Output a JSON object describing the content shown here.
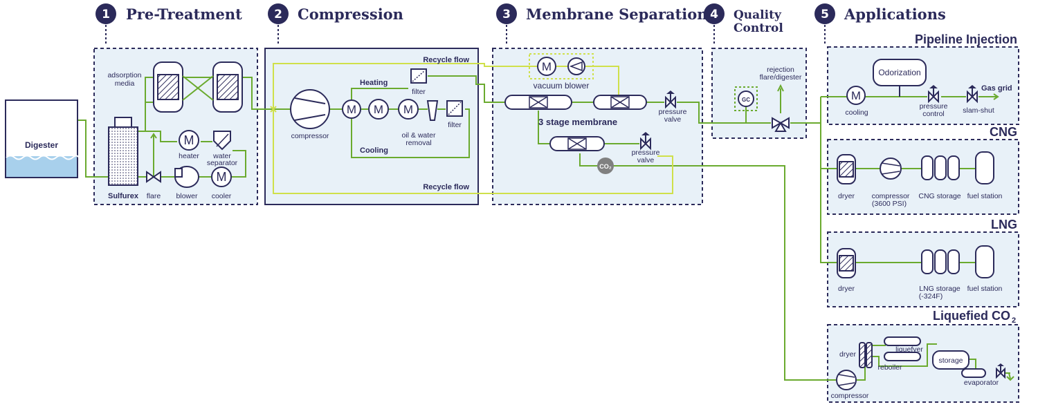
{
  "stages": [
    {
      "num": "1",
      "title": "Pre-Treatment"
    },
    {
      "num": "2",
      "title": "Compression"
    },
    {
      "num": "3",
      "title": "Membrane Separation"
    },
    {
      "num": "4",
      "title_line1": "Quality",
      "title_line2": "Control"
    },
    {
      "num": "5",
      "title": "Applications"
    }
  ],
  "digester": "Digester",
  "pretreatment": {
    "adsorption_line1": "adsorption",
    "adsorption_line2": "media",
    "sulfurex": "Sulfurex",
    "flare": "flare",
    "blower": "blower",
    "cooler": "cooler",
    "heater": "heater",
    "water_sep_line1": "water",
    "water_sep_line2": "separator"
  },
  "compression": {
    "recycle_top": "Recycle flow",
    "recycle_bottom": "Recycle flow",
    "heating": "Heating",
    "cooling": "Cooling",
    "filter1": "filter",
    "filter2": "filter",
    "compressor": "compressor",
    "oil_line1": "oil & water",
    "oil_line2": "removal"
  },
  "membrane": {
    "vacuum_blower": "vacuum blower",
    "three_stage": "3 stage membrane",
    "pv1_line1": "pressure",
    "pv1_line2": "valve",
    "pv2_line1": "pressure",
    "pv2_line2": "valve",
    "co2": "CO₂"
  },
  "quality": {
    "gc": "GC",
    "rejection_line1": "rejection",
    "rejection_line2": "flare/digester"
  },
  "applications": {
    "pipeline": {
      "title": "Pipeline Injection",
      "odorization": "Odorization",
      "cooling": "cooling",
      "pc_line1": "pressure",
      "pc_line2": "control",
      "slam": "slam-shut",
      "gas_grid": "Gas grid"
    },
    "cng": {
      "title": "CNG",
      "dryer": "dryer",
      "comp_line1": "compressor",
      "comp_line2": "(3600 PSI)",
      "storage": "CNG storage",
      "fuel": "fuel station"
    },
    "lng": {
      "title": "LNG",
      "dryer": "dryer",
      "storage_line1": "LNG storage",
      "storage_line2": "(-324F)",
      "fuel": "fuel station"
    },
    "lco2": {
      "title": "Liquefied CO",
      "title_sub": "2",
      "dryer": "dryer",
      "liquefyer": "liquefyer",
      "reboiler": "reboiler",
      "storage": "storage",
      "evaporator": "evaporator",
      "compressor": "compressor"
    }
  },
  "colors": {
    "navy": "#2b2a5a",
    "green_pipe": "#6aaa2e",
    "yellow_pipe": "#cfe04a",
    "panel_fill": "#e8f1f8"
  }
}
